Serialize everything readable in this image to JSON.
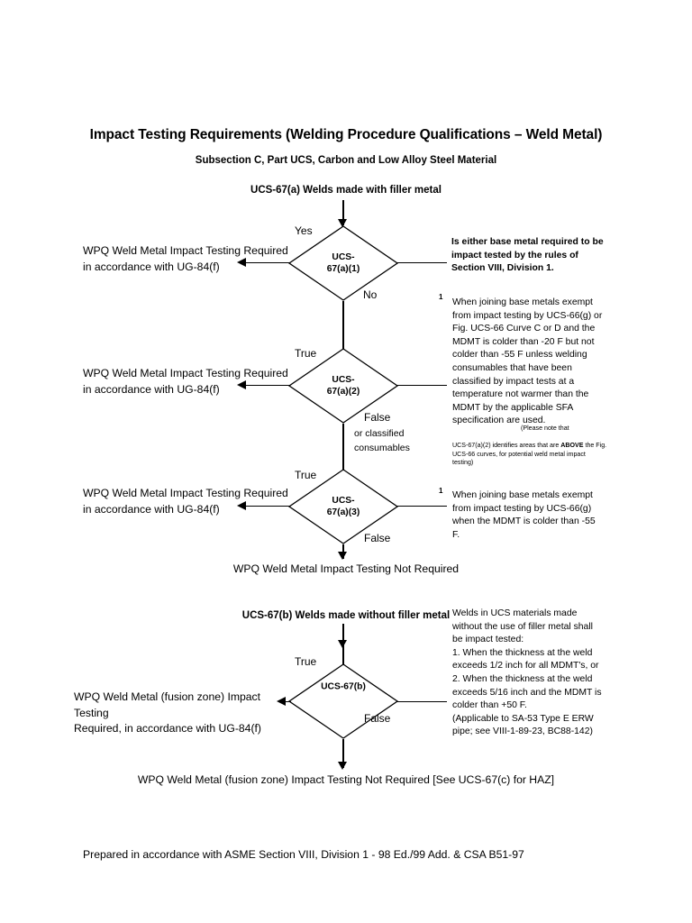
{
  "document": {
    "title": "Impact Testing Requirements (Welding Procedure Qualifications – Weld Metal)",
    "subtitle": "Subsection C, Part UCS, Carbon and Low Alloy Steel Material",
    "footer": "Prepared in accordance with ASME Section VIII, Division 1 - 98 Ed./99 Add. & CSA B51-97"
  },
  "sections": {
    "a": {
      "heading": "UCS-67(a) Welds made with filler metal"
    },
    "b": {
      "heading": "UCS-67(b) Welds made without filler metal"
    }
  },
  "nodes": {
    "d1": {
      "label": "UCS-\n67(a)(1)"
    },
    "d2": {
      "label": "UCS-\n67(a)(2)"
    },
    "d3": {
      "label": "UCS-\n67(a)(3)"
    },
    "d4": {
      "label": "UCS-67(b)"
    }
  },
  "branches": {
    "d1_yes": "Yes",
    "d1_no": "No",
    "d2_true": "True",
    "d2_false": "False",
    "d2_false_sub": "or classified\nconsumables",
    "d3_true": "True",
    "d3_false": "False",
    "d4_true": "True",
    "d4_false": "False"
  },
  "outcomes": {
    "o1": "WPQ Weld Metal Impact Testing Required\nin accordance with UG-84(f)",
    "o2": "WPQ Weld Metal Impact Testing Required\nin accordance with UG-84(f)",
    "o3": "WPQ Weld Metal Impact Testing Required\nin accordance with UG-84(f)",
    "o4": "WPQ Weld Metal (fusion zone) Impact Testing\nRequired, in accordance with UG-84(f)",
    "terminal_a": "WPQ Weld Metal Impact Testing Not Required",
    "terminal_b": "WPQ Weld Metal (fusion zone) Impact Testing Not Required [See UCS-67(c) for HAZ]"
  },
  "notes": {
    "n1": "Is either base metal required to be\nimpact tested by the rules of\nSection VIII, Division 1.",
    "n2_marker": "1",
    "n2": "When joining base metals exempt\nfrom impact testing by UCS-66(g) or\nFig. UCS-66 Curve C or D and the\nMDMT is colder than -20 F but not\ncolder than -55 F unless welding\nconsumables that have been\nclassified by impact tests at a\ntemperature not warmer than the\nMDMT by the applicable SFA\nspecification are used.",
    "n2_fine_a": "(Please note that",
    "n2_fine_b": "UCS-67(a)(2) identifies areas that are ",
    "n2_fine_bold": "ABOVE",
    "n2_fine_c": " the Fig.\nUCS-66 curves, for potential weld metal impact\ntesting)",
    "n3_marker": "1",
    "n3": "When joining base metals exempt\nfrom impact testing by UCS-66(g)\nwhen the MDMT is colder than -55\nF.",
    "n4": "Welds in UCS materials made\nwithout the use of filler metal shall\nbe impact tested:\n1. When the thickness at the weld\nexceeds 1/2 inch for all MDMT's, or\n2. When the thickness at the weld\nexceeds 5/16 inch and the MDMT is\ncolder than +50 F.\n(Applicable to SA-53 Type E ERW\npipe; see VIII-1-89-23, BC88-142)"
  },
  "colors": {
    "ink": "#000000",
    "page": "#ffffff"
  }
}
